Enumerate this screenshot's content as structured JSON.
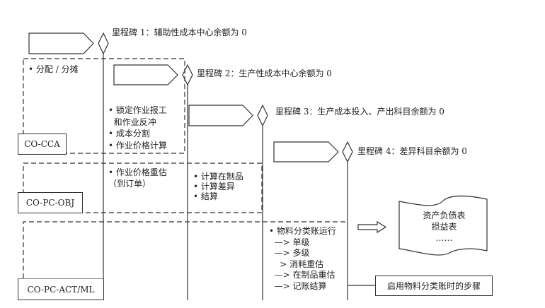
{
  "milestones": [
    {
      "label": "里程碑 1：辅助性成本中心余额为 0"
    },
    {
      "label": "里程碑 2：生产性成本中心余额为 0"
    },
    {
      "label": "里程碑 3：生产成本投入、产出科目余额为 0"
    },
    {
      "label": "里程碑 4：差异科目余额为 0"
    }
  ],
  "modules": {
    "cca": "CO-CCA",
    "obj": "CO-PC-OBJ",
    "act": "CO-PC-ACT/ML"
  },
  "cca_tasks": {
    "allocation": "• 分配 / 分摊",
    "col2": [
      "• 锁定作业报工",
      "  和作业反冲",
      "• 成本分割",
      "• 作业价格计算"
    ]
  },
  "obj_tasks": {
    "col2": [
      "• 作业价格重估",
      "（到订单）"
    ],
    "col3": [
      "• 计算在制品",
      "• 计算差异",
      "• 结算"
    ]
  },
  "ml_tasks": [
    "• 物料分类账运行",
    "  —> 单级",
    "  —> 多级",
    "    > 消耗重估",
    "  —> 在制品重估",
    "  —> 记账结算"
  ],
  "reports": [
    "资产负债表",
    "损益表",
    "……"
  ],
  "note": "启用物料分类账时的步骤"
}
